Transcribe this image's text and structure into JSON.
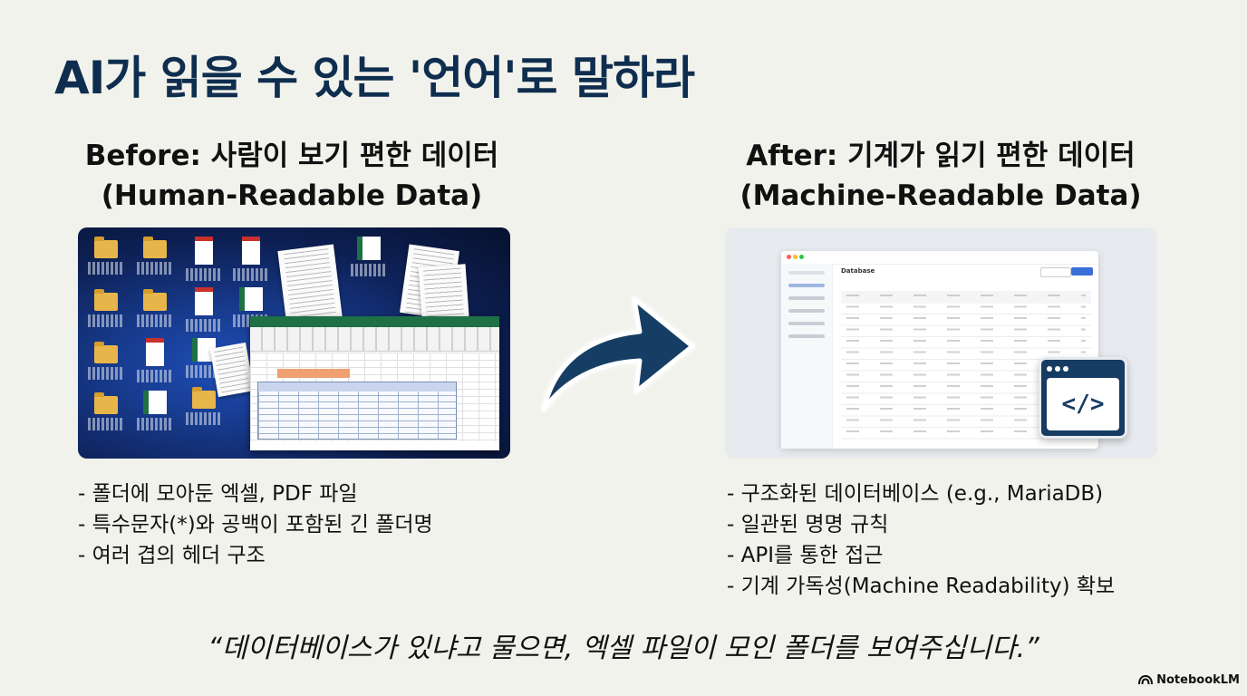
{
  "title": "AI가 읽을 수 있는 '언어'로 말하라",
  "before": {
    "heading_line1": "Before: 사람이 보기 편한 데이터",
    "heading_line2": "(Human-Readable Data)",
    "bullets": [
      "- 폴더에 모아둔 엑셀, PDF 파일",
      "- 특수문자(*)와 공백이 포함된 긴 폴더명",
      "- 여러 겹의 헤더 구조"
    ]
  },
  "after": {
    "heading_line1": "After: 기계가 읽기 편한 데이터",
    "heading_line2": "(Machine-Readable Data)",
    "db_title": "Database",
    "code_symbol": "</>",
    "bullets": [
      "- 구조화된 데이터베이스 (e.g., MariaDB)",
      "- 일관된 명명 규칙",
      "- API를 통한 접근",
      "- 기계 가독성(Machine Readability) 확보"
    ]
  },
  "quote": "“데이터베이스가 있냐고 물으면, 엑셀 파일이 모인 폴더를 보여주십니다.”",
  "brand": "NotebookLM",
  "colors": {
    "title": "#0f2e4f",
    "arrow": "#173c63",
    "background": "#f2f2ec"
  }
}
